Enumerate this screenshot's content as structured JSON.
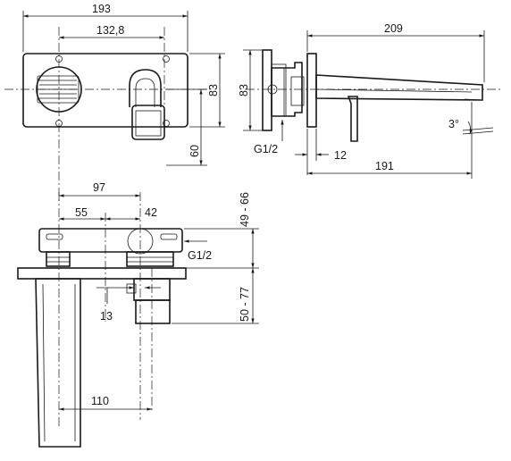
{
  "dimensions": {
    "plate_width": "193",
    "handle_spacing": "132,8",
    "plate_height": "83",
    "below_axis": "60",
    "side_height": "83",
    "spout_length": "209",
    "spout_angle": "3°",
    "wall_gap": "12",
    "projection": "191",
    "body_axis_to_handle": "97",
    "left_offset": "55",
    "right_offset": "42",
    "depth_upper": "49 - 66",
    "depth_lower": "50 - 77",
    "pipe_dim": "13",
    "spout_reach": "110"
  },
  "labels": {
    "thread_side": "G1/2",
    "thread_top": "G1/2"
  }
}
